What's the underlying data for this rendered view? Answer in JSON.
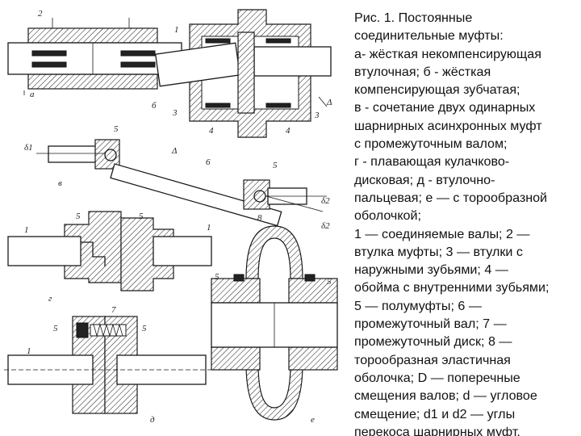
{
  "caption": {
    "lines": [
      "Рис. 1. Постоянные",
      "соединительные муфты:",
      "а- жёсткая некомпенсирующая",
      "втулочная; б - жёсткая",
      "компенсирующая зубчатая;",
      "в - сочетание двух одинарных",
      "шарнирных асинхронных муфт",
      "с промежуточным валом;",
      "г - плавающая кулачково-",
      "дисковая; д - втулочно-",
      "пальцевая; е — с торообразной",
      "оболочкой;",
      "1 — соединяемые валы; 2 —",
      "втулка муфты; 3 — втулки с",
      "наружными зубьями; 4 —",
      "обойма с внутренними зубьями;",
      "5 — полумуфты; 6 —",
      "промежуточный вал; 7 —",
      "промежуточный диск; 8 —",
      "торообразная эластичная",
      "оболочка; D — поперечные",
      "смещения валов; d — угловое",
      "смещение; d1 и d2 — углы",
      "перекоса шарнирных муфт."
    ]
  },
  "figure": {
    "labels": {
      "a_view": "а",
      "a_num2": "2",
      "b_view": "б",
      "b_num1": "1",
      "b_num3a": "3",
      "b_num3b": "3",
      "b_num4a": "4",
      "b_num4b": "4",
      "b_delta": "Δ",
      "v_view": "в",
      "v_num5a": "5",
      "v_num5b": "5",
      "v_num6": "6",
      "v_delta": "Δ",
      "v_d1": "δ1",
      "v_d2a": "δ2",
      "v_d2b": "δ2",
      "g_view": "г",
      "g_num1a": "1",
      "g_num1b": "1",
      "g_num5a": "5",
      "g_num5b": "5",
      "d_view": "д",
      "d_num1": "1",
      "d_num5a": "5",
      "d_num5b": "5",
      "d_num7": "7",
      "e_view": "е",
      "e_num8": "8",
      "e_num5a": "5",
      "e_num5b": "5"
    }
  }
}
